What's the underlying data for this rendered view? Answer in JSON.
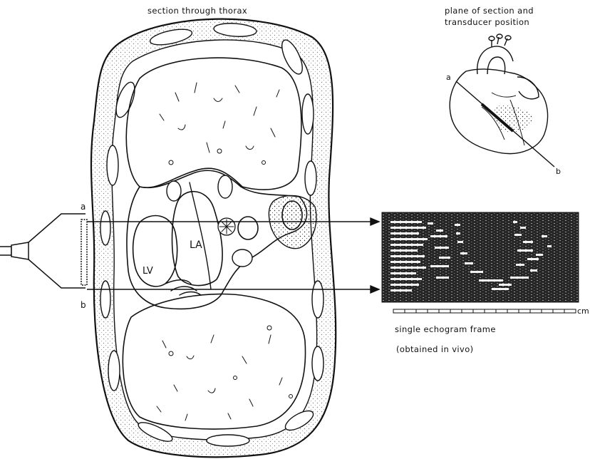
{
  "titles": {
    "section": "section through thorax",
    "plane_line1": "plane of section and",
    "plane_line2": "transducer position"
  },
  "captions": {
    "frame": "single echogram frame",
    "obtained": "(obtained in vivo)"
  },
  "labels": {
    "beam_a": "a",
    "beam_b": "b",
    "heart_a": "a",
    "heart_b": "b",
    "la": "LA",
    "lv": "LV",
    "scale_unit": "cm."
  },
  "colors": {
    "ink": "#111111",
    "echo_background": "#222222",
    "echo_signal": "#f2f2f2"
  }
}
